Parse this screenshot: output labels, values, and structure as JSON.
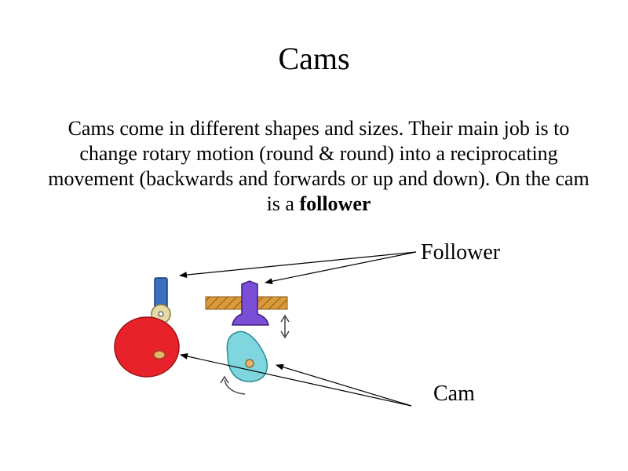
{
  "slide": {
    "title": "Cams",
    "text_before_bold": "Cams come in different shapes and sizes. Their main job is to change rotary motion (round & round) into a reciprocating movement (backwards and forwards or up and down).  On the cam is a ",
    "text_bold": "follower"
  },
  "labels": {
    "follower": "Follower",
    "cam": "Cam"
  },
  "colors": {
    "round_cam": "#e8222a",
    "follower_rod": "#3d6fbf",
    "follower_roller": "#e6d9a6",
    "pear_cam": "#7fd6de",
    "plunger": "#7a4fd6",
    "guide_bar": "#d99b3a",
    "cam_pivot": "#e8b36a"
  }
}
